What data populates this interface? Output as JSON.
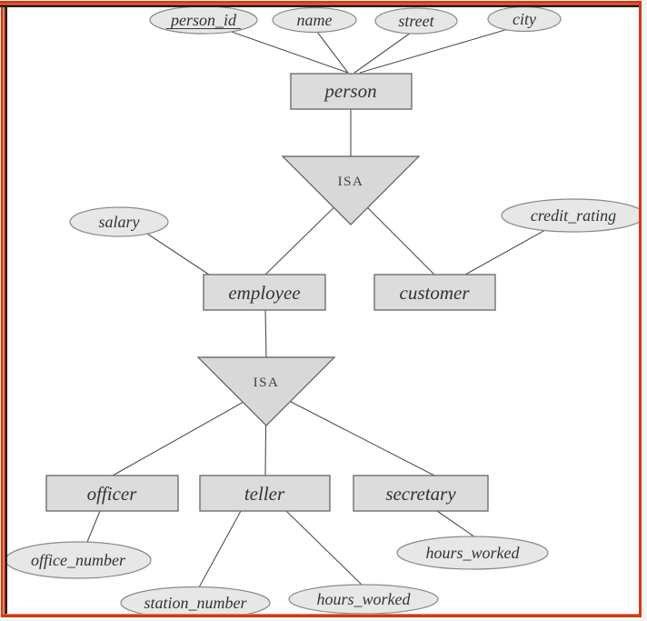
{
  "colors": {
    "frame_light": "#eeebe3",
    "frame_orange": "#cf3a17",
    "frame_salmon": "#e9825e",
    "frame_maroon": "#8e2a16",
    "frame_dark": "#2d1e15",
    "entity_fill": "#dcdcdc",
    "attribute_fill": "#e7e7e7",
    "triangle_fill": "#d8d8d8",
    "stroke_gray": "#707070",
    "text_gray": "#333333",
    "canvas_bg": "#ffffff"
  },
  "nodes": {
    "person": {
      "label": "person"
    },
    "employee": {
      "label": "employee"
    },
    "customer": {
      "label": "customer"
    },
    "officer": {
      "label": "officer"
    },
    "teller": {
      "label": "teller"
    },
    "secretary": {
      "label": "secretary"
    }
  },
  "isa": {
    "upper": {
      "label": "ISA"
    },
    "lower": {
      "label": "ISA"
    }
  },
  "attributes": {
    "person_id": {
      "label": "person_id",
      "primary_key": true
    },
    "name": {
      "label": "name"
    },
    "street": {
      "label": "street"
    },
    "city": {
      "label": "city"
    },
    "salary": {
      "label": "salary"
    },
    "credit_rating": {
      "label": "credit_rating"
    },
    "office_number": {
      "label": "office_number"
    },
    "station_number": {
      "label": "station_number"
    },
    "hours_worked_teller": {
      "label": "hours_worked"
    },
    "hours_worked_secretary": {
      "label": "hours_worked"
    }
  }
}
